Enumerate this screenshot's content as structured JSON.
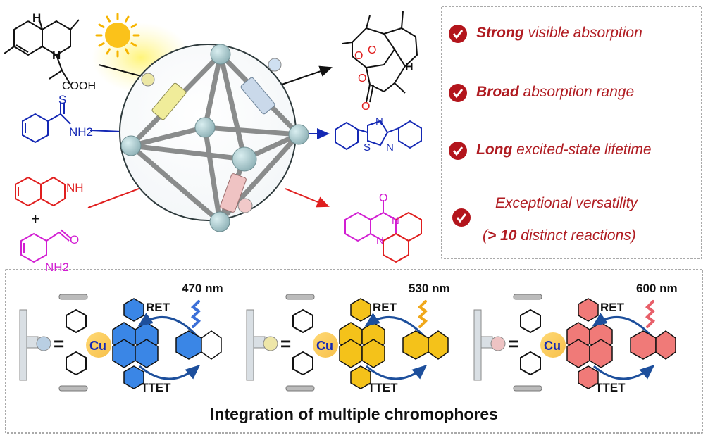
{
  "substrates": {
    "acid_label": "COOH",
    "thioamide_S": "S",
    "thioamide_NH2": "NH2",
    "amine_NH": "NH",
    "plus": "+",
    "aldehyde_O": "O",
    "aniline_NH2": "NH2"
  },
  "products": {
    "artemisinin_O": "O",
    "thiadiazole_S": "S",
    "thiadiazole_N1": "N",
    "thiadiazole_N2": "N",
    "quinazolinone_O": "O",
    "quinazolinone_N1": "N",
    "quinazolinone_N2": "N"
  },
  "features": [
    {
      "bold": "Strong",
      "rest": " visible absorption"
    },
    {
      "bold": "Broad",
      "rest": " absorption range"
    },
    {
      "bold": "Long",
      "rest": " excited-state lifetime"
    },
    {
      "bold": "",
      "rest": "Exceptional versatility"
    }
  ],
  "feature_last_line": {
    "pre": "(",
    "bold": "> 10",
    "post": " distinct reactions)"
  },
  "chromophores": [
    {
      "wavelength": "470 nm",
      "ret": "RET",
      "ttet": "TTET",
      "metal": "Cu",
      "ray_color": "#3b6fd8",
      "dye_color": "#3a86e6",
      "ball_color": "#b9cfe3"
    },
    {
      "wavelength": "530 nm",
      "ret": "RET",
      "ttet": "TTET",
      "metal": "Cu",
      "ray_color": "#f0a81c",
      "dye_color": "#f4c21a",
      "ball_color": "#eee6a8"
    },
    {
      "wavelength": "600 nm",
      "ret": "RET",
      "ttet": "TTET",
      "metal": "Cu",
      "ray_color": "#e8606a",
      "dye_color": "#f07a78",
      "ball_color": "#eec3c3"
    }
  ],
  "equals": "=",
  "caption": "Integration of multiple chromophores",
  "colors": {
    "accent_red": "#b01c22",
    "blue": "#1428b4",
    "red": "#e01e1e",
    "magenta": "#d21ed2",
    "cage": "#9fb9bd"
  }
}
